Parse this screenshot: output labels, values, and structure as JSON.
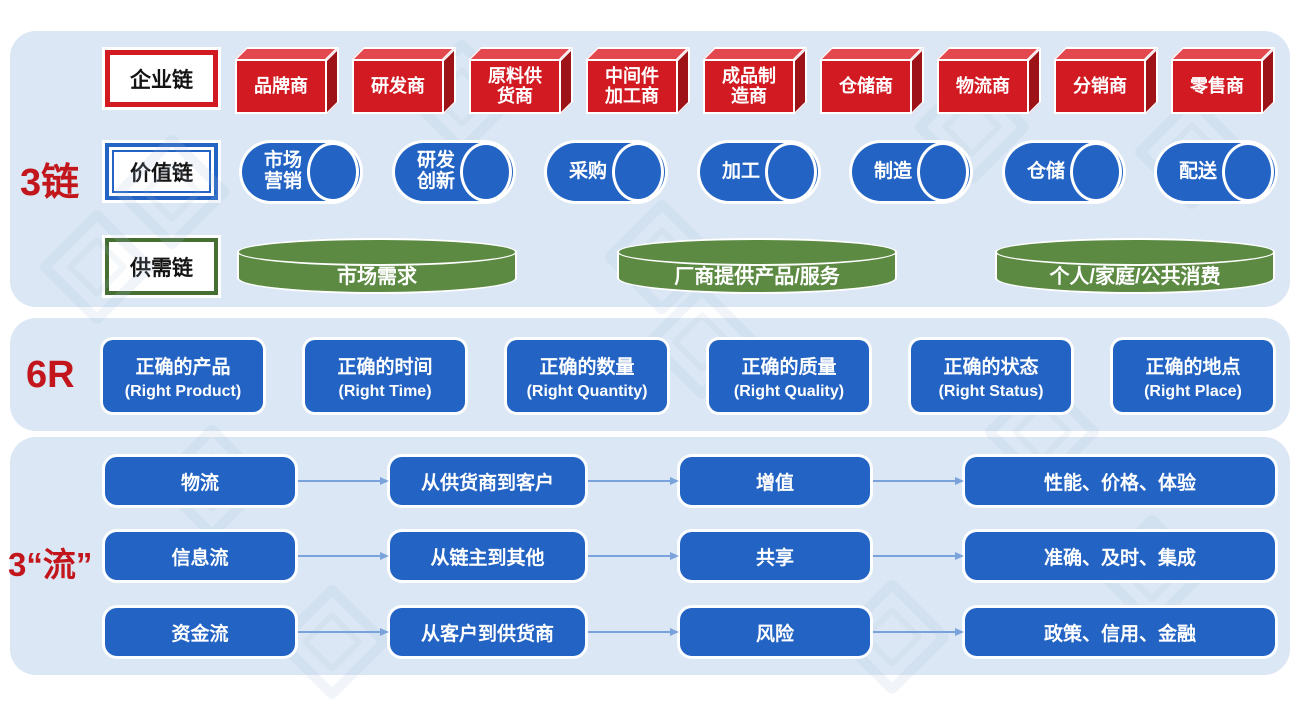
{
  "colors": {
    "panel_bg": "#dbe7f4",
    "red": "#d11a21",
    "red_top": "#e2484e",
    "red_side": "#9e1318",
    "blue": "#2263c3",
    "green": "#5c8a42",
    "label_red": "#c2161c",
    "arrow": "#7aa3db"
  },
  "chains": {
    "section_label": "3链",
    "enterprise": {
      "label": "企业链",
      "items": [
        "品牌商",
        "研发商",
        "原料供\n货商",
        "中间件\n加工商",
        "成品制\n造商",
        "仓储商",
        "物流商",
        "分销商",
        "零售商"
      ]
    },
    "value": {
      "label": "价值链",
      "items": [
        "市场\n营销",
        "研发\n创新",
        "采购",
        "加工",
        "制造",
        "仓储",
        "配送"
      ]
    },
    "demand": {
      "label": "供需链",
      "items": [
        "市场需求",
        "厂商提供产品/服务",
        "个人/家庭/公共消费"
      ]
    }
  },
  "six_r": {
    "section_label": "6R",
    "items": [
      {
        "cn": "正确的产品",
        "en": "(Right Product)"
      },
      {
        "cn": "正确的时间",
        "en": "(Right Time)"
      },
      {
        "cn": "正确的数量",
        "en": "(Right Quantity)"
      },
      {
        "cn": "正确的质量",
        "en": "(Right Quality)"
      },
      {
        "cn": "正确的状态",
        "en": "(Right Status)"
      },
      {
        "cn": "正确的地点",
        "en": "(Right Place)"
      }
    ]
  },
  "flows": {
    "section_label": "3“流”",
    "rows": [
      [
        "物流",
        "从供货商到客户",
        "增值",
        "性能、价格、体验"
      ],
      [
        "信息流",
        "从链主到其他",
        "共享",
        "准确、及时、集成"
      ],
      [
        "资金流",
        "从客户到供货商",
        "风险",
        "政策、信用、金融"
      ]
    ]
  }
}
